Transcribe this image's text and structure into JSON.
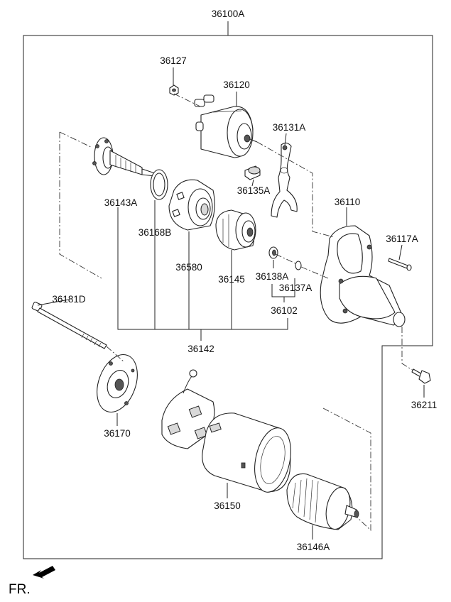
{
  "diagram": {
    "assembly_label": "36100A",
    "parts": [
      {
        "id": "p36127",
        "label": "36127"
      },
      {
        "id": "p36120",
        "label": "36120"
      },
      {
        "id": "p36131A",
        "label": "36131A"
      },
      {
        "id": "p36135A",
        "label": "36135A"
      },
      {
        "id": "p36143A",
        "label": "36143A"
      },
      {
        "id": "p36168B",
        "label": "36168B"
      },
      {
        "id": "p36580",
        "label": "36580"
      },
      {
        "id": "p36145",
        "label": "36145"
      },
      {
        "id": "p36110",
        "label": "36110"
      },
      {
        "id": "p36117A",
        "label": "36117A"
      },
      {
        "id": "p36138A",
        "label": "36138A"
      },
      {
        "id": "p36137A",
        "label": "36137A"
      },
      {
        "id": "p36102",
        "label": "36102"
      },
      {
        "id": "p36142",
        "label": "36142"
      },
      {
        "id": "p36181D",
        "label": "36181D"
      },
      {
        "id": "p36211",
        "label": "36211"
      },
      {
        "id": "p36170",
        "label": "36170"
      },
      {
        "id": "p36150",
        "label": "36150"
      },
      {
        "id": "p36146A",
        "label": "36146A"
      }
    ],
    "direction_label": "FR."
  }
}
